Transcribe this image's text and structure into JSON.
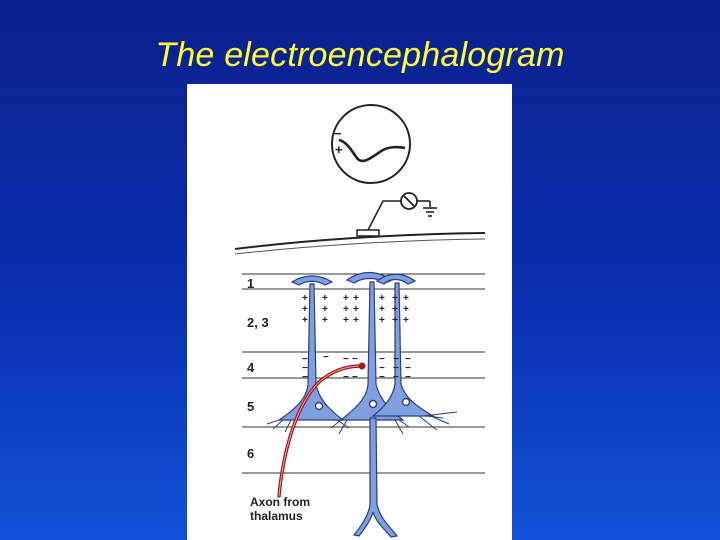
{
  "slide": {
    "title": "The electroencephalogram"
  },
  "figure": {
    "trace_signs": {
      "negative": "−",
      "positive": "+"
    },
    "layers": [
      "1",
      "2, 3",
      "4",
      "5",
      "6"
    ],
    "axon_label_line1": "Axon from",
    "axon_label_line2": "thalamus",
    "surface_charge": "+",
    "deep_charge": "−",
    "colors": {
      "neuron": "#7f9fe0",
      "neuron_outline": "#2c3f7a",
      "axon": "#a3161e",
      "background": "#ffffff"
    }
  }
}
